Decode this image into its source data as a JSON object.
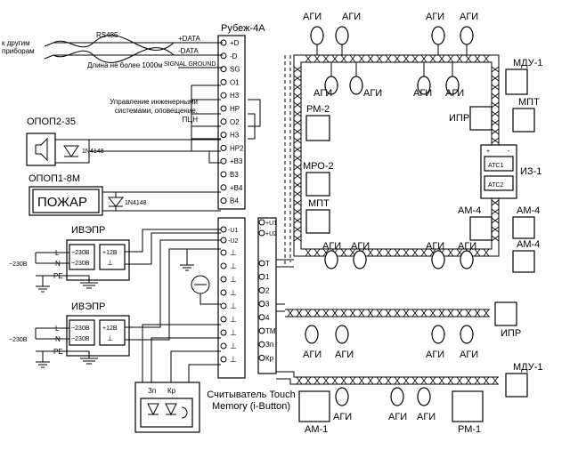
{
  "controller": {
    "title": "Рубеж-4А",
    "terminals_left": [
      "+D",
      "-D",
      "SG",
      "O1",
      "H3",
      "HP",
      "O2",
      "H3",
      "HP2",
      "+B3",
      "B3",
      "+B4",
      "B4"
    ],
    "power_terminals": [
      "-U1",
      "-U2"
    ],
    "power_terminals_right": [
      "+U1",
      "+U2"
    ],
    "terminals_right": [
      "T",
      "1",
      "2",
      "3",
      "4",
      "TM",
      "Зп",
      "Кр"
    ]
  },
  "rs485": {
    "label": "RS485",
    "data_plus": "+DATA",
    "data_minus": "-DATA",
    "ground": "SIGNAL GROUND",
    "to_devices": "к другим приборам",
    "length_note": "Длина не более 1000м"
  },
  "control_note": "Управление инженерными системами, оповещение, ПЦН",
  "devices": {
    "opop_sound": "ОПОП2-35",
    "diode": "1N4148",
    "opop_light": "ОПОП1-8М",
    "fire_sign": "ПОЖАР",
    "psu1": {
      "title": "ИВЭПР",
      "t1": "~230В",
      "t2": "~230В",
      "t3": "+12В",
      "t4": "⊥"
    },
    "psu2": {
      "title": "ИВЭПР",
      "t1": "~230В",
      "t2": "~230В",
      "t3": "+12В",
      "t4": "⊥"
    },
    "mains": "~230В",
    "L": "L",
    "N": "N",
    "PE": "PE",
    "reader": "Считыватель Touch Memory (i-Button)",
    "reader_zp": "Зп",
    "reader_kr": "Кр"
  },
  "loop_devices": {
    "agi": "АГИ",
    "mdu": "МДУ-1",
    "mpt": "МПТ",
    "ipr": "ИПР",
    "rm2": "РМ-2",
    "mro2": "МРО-2",
    "am4": "АМ-4",
    "iz1": "ИЗ-1",
    "ats1": "АТС1",
    "ats2": "АТС2",
    "am1": "АМ-1",
    "rm1": "РМ-1",
    "plus": "+",
    "minus": "-"
  }
}
